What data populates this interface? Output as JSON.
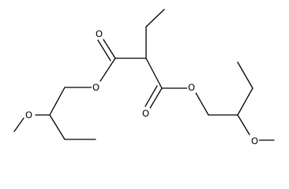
{
  "molecule": {
    "atoms": {
      "o_carbonyl_left": "O",
      "o_ester_left": "O",
      "o_carbonyl_right": "O",
      "o_ester_right": "O",
      "o_methoxy_left": "O",
      "o_methoxy_right": "O"
    }
  }
}
